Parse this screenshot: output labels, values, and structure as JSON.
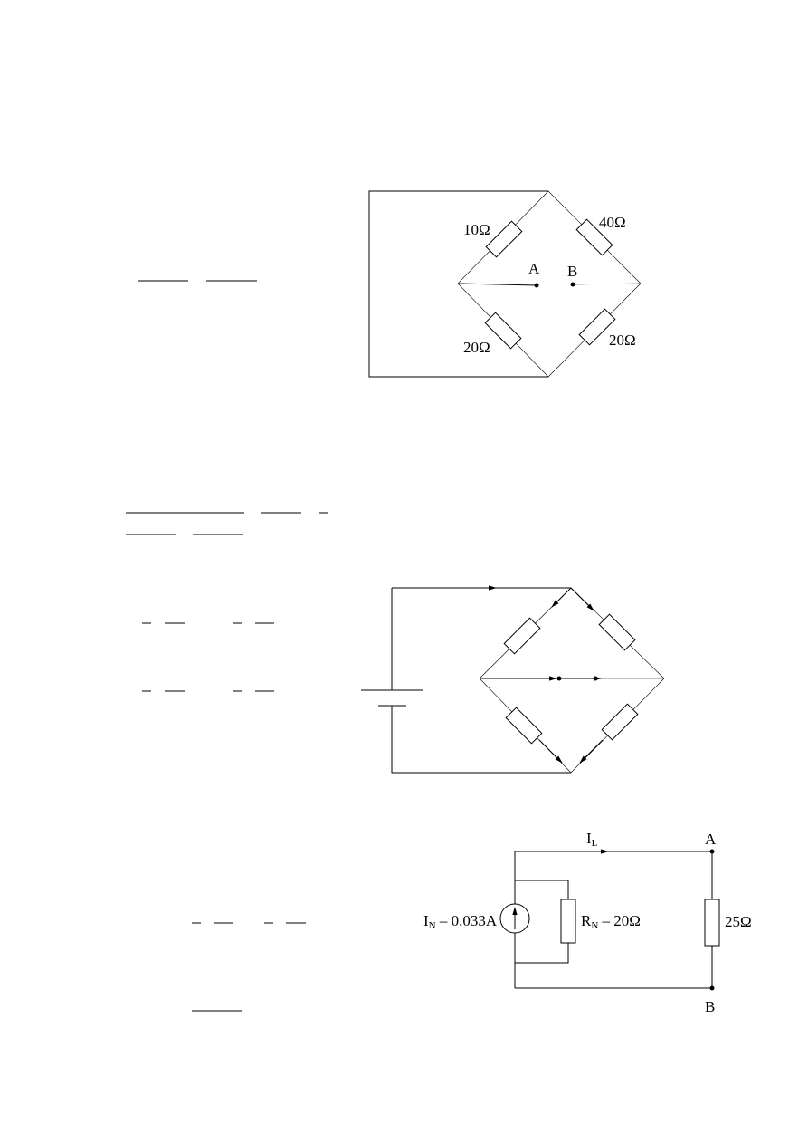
{
  "diagram1": {
    "r_top_left": "10Ω",
    "r_top_right": "40Ω",
    "r_bottom_left": "20Ω",
    "r_bottom_right": "20Ω",
    "node_a": "A",
    "node_b": "B"
  },
  "diagram3": {
    "current_label": "I",
    "current_sub": "L",
    "source_label": "I",
    "source_sub": "N",
    "source_value": " – 0.033A",
    "resistor_label": "R",
    "resistor_sub": "N",
    "resistor_value": " – 20Ω",
    "load_value": "25Ω",
    "node_a": "A",
    "node_b": "B"
  }
}
